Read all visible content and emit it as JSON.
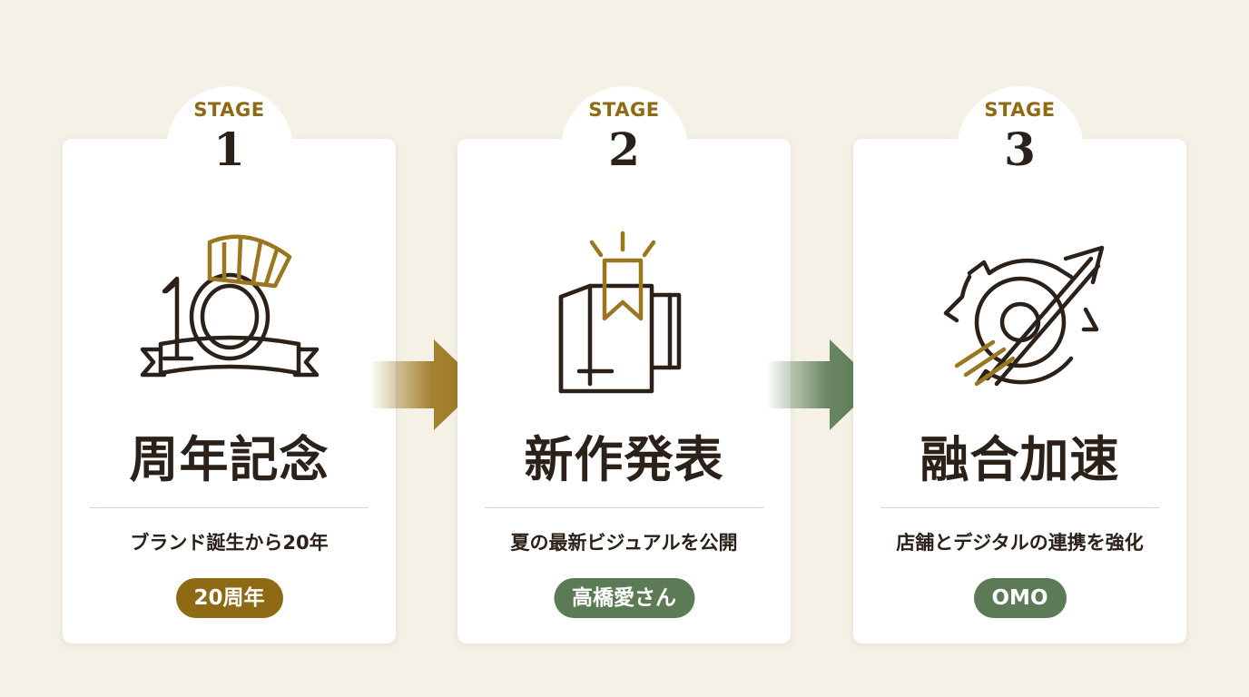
{
  "colors": {
    "background": "#f5f1e7",
    "gold": "#9a761e",
    "dark": "#2b2118",
    "green": "#5b7a55"
  },
  "stages": [
    {
      "label": "STAGE",
      "number": "1",
      "icon": "anniversary-10-icon",
      "title": "周年記念",
      "description": "ブランド誕生から20年",
      "badge": "20周年",
      "badge_color": "#8e6a14"
    },
    {
      "label": "STAGE",
      "number": "2",
      "icon": "new-release-book-icon",
      "title": "新作発表",
      "description": "夏の最新ビジュアルを公開",
      "badge": "高橋愛さん",
      "badge_color": "#5b7a55"
    },
    {
      "label": "STAGE",
      "number": "3",
      "icon": "fusion-acceleration-icon",
      "title": "融合加速",
      "description": "店舗とデジタルの連携を強化",
      "badge": "OMO",
      "badge_color": "#5b7a55"
    }
  ],
  "arrows": [
    {
      "icon": "arrow-right-icon",
      "color": "#9a761e"
    },
    {
      "icon": "arrow-right-icon",
      "color": "#5b7a55"
    }
  ]
}
